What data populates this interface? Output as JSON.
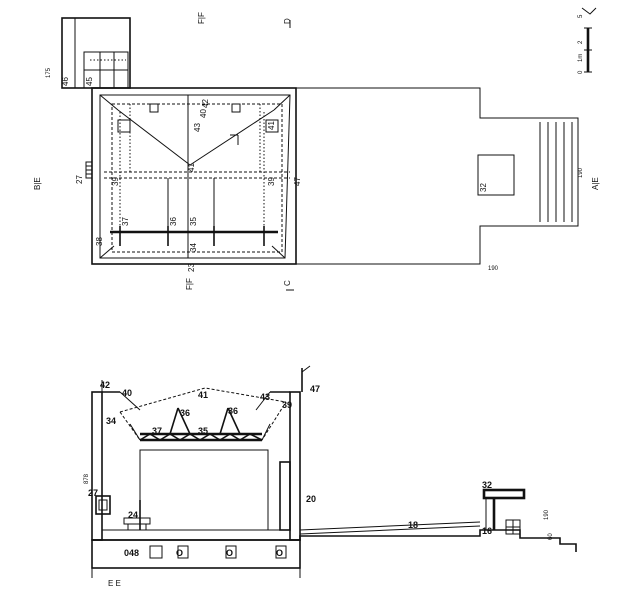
{
  "plan": {
    "labels": {
      "n46": "46",
      "n45": "45",
      "n175": "175",
      "n27": "27",
      "n42": "42",
      "n40": "40",
      "n43": "43",
      "n41a": "41",
      "n41b": "41",
      "n39a": "39",
      "n39b": "39",
      "n47": "47",
      "n37": "37",
      "n36": "36",
      "n35": "35",
      "n38": "38",
      "n34": "34",
      "n23": "23",
      "n32": "32",
      "n190a": "190",
      "n190b": "190"
    },
    "section_marks": {
      "top_f": "F|F",
      "top_d": "D",
      "left_b": "B|E",
      "bottom_f": "F|F",
      "bottom_c": "C",
      "right_a": "A|E"
    },
    "scale": {
      "ticks": [
        "0",
        "1m",
        "2",
        "5"
      ]
    }
  },
  "section": {
    "labels": {
      "n42": "42",
      "n40": "40",
      "n41": "41",
      "n43": "43",
      "n47": "47",
      "n39": "39",
      "n34": "34",
      "n36a": "36",
      "n36b": "36",
      "n37": "37",
      "n35": "35",
      "n878": "878",
      "n27": "27",
      "n24": "24",
      "n20": "20",
      "n18": "18",
      "n32": "32",
      "n190": "190",
      "n16": "16",
      "n60": "60",
      "n048": "048",
      "o1": "O",
      "o2": "O",
      "o3": "O",
      "ee": "E E"
    }
  }
}
